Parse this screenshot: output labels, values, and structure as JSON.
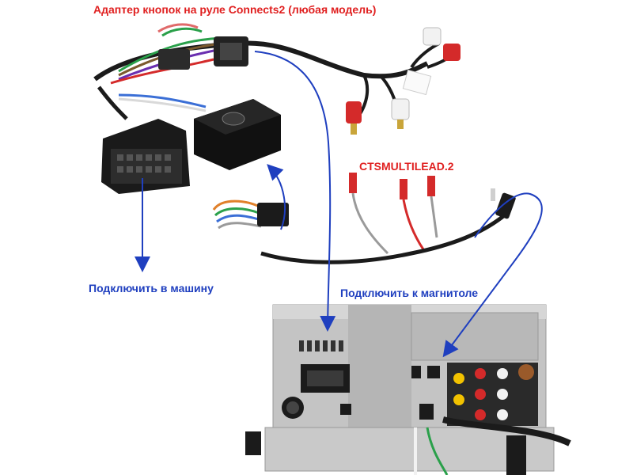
{
  "labels": {
    "adapter_title": "Адаптер кнопок на руле Connects2 (любая модель)",
    "multilead": "CTSMULTILEAD.2",
    "connect_car": "Подключить в машину",
    "connect_radio": "Подключить к магнитоле"
  },
  "colors": {
    "title_red": "#e02020",
    "arrow_blue": "#1f3fbf",
    "rca_red": "#d42a2a",
    "rca_white": "#f2f2f2",
    "rca_yellow": "#f2c200",
    "wire_black": "#1b1b1b",
    "head_unit_grey": "#bfbfbf"
  }
}
